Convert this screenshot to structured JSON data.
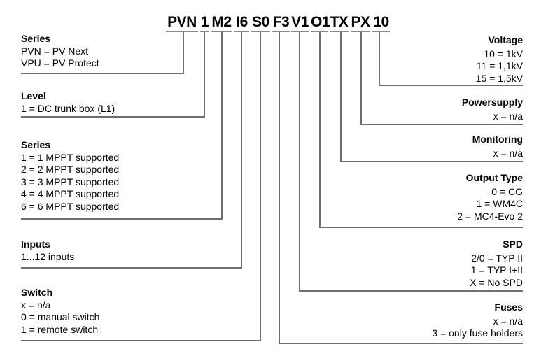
{
  "product_code": {
    "segments": [
      "PVN",
      "1",
      "M2",
      "I6",
      "S0",
      "F3",
      "V1",
      "O1",
      "TX",
      "PX",
      "10"
    ]
  },
  "left_sections": [
    {
      "heading": "Series",
      "items": [
        "PVN = PV Next",
        "VPU = PV Protect"
      ]
    },
    {
      "heading": "Level",
      "items": [
        "1 = DC trunk box (L1)"
      ]
    },
    {
      "heading": "Series",
      "items": [
        "1 = 1 MPPT supported",
        "2 = 2 MPPT supported",
        "3 = 3 MPPT supported",
        "4 = 4 MPPT supported",
        "6 = 6 MPPT supported"
      ]
    },
    {
      "heading": "Inputs",
      "items": [
        "1...12 inputs"
      ]
    },
    {
      "heading": "Switch",
      "items": [
        "x = n/a",
        "0 = manual switch",
        "1 = remote switch"
      ]
    }
  ],
  "right_sections": [
    {
      "heading": "Voltage",
      "items": [
        "10 = 1kV",
        "11 = 1,1kV",
        "15 = 1,5kV"
      ]
    },
    {
      "heading": "Powersupply",
      "items": [
        "x = n/a"
      ]
    },
    {
      "heading": "Monitoring",
      "items": [
        "x = n/a"
      ]
    },
    {
      "heading": "Output Type",
      "items": [
        "0 = CG",
        "1 = WM4C",
        "2 = MC4-Evo 2"
      ]
    },
    {
      "heading": "SPD",
      "items": [
        "2/0 = TYP II",
        "1 = TYP I+II",
        "X = No SPD"
      ]
    },
    {
      "heading": "Fuses",
      "items": [
        "x = n/a",
        "3 = only fuse holders"
      ]
    }
  ],
  "colors": {
    "background": "#ffffff",
    "text": "#000000",
    "underline": "#8a8a8a",
    "connector": "#6e6e6e"
  }
}
